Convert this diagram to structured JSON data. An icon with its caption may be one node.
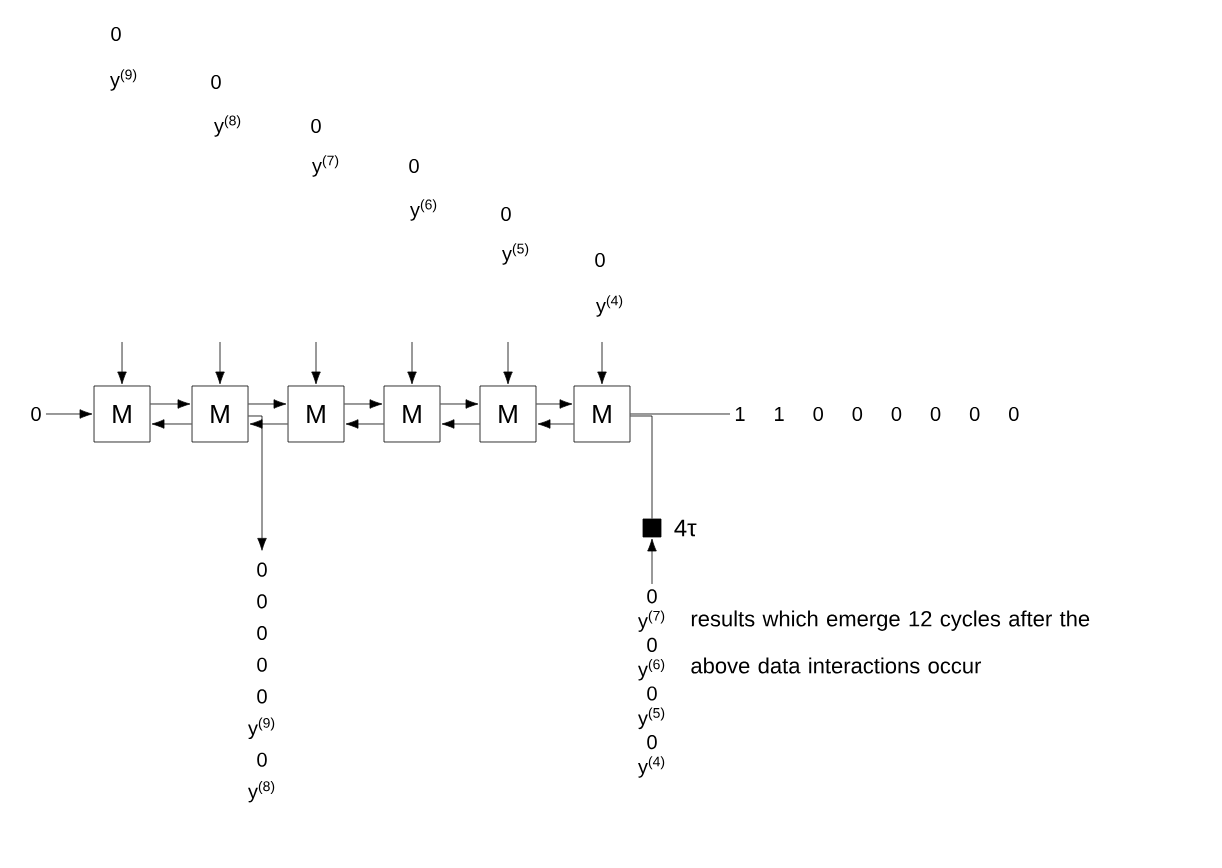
{
  "diagram": {
    "nodes": [
      {
        "text": [
          "0"
        ]
      },
      {
        "text": [
          "M"
        ]
      },
      {
        "text": [
          "M"
        ]
      },
      {
        "text": [
          "M"
        ]
      },
      {
        "text": [
          "M"
        ]
      },
      {
        "text": [
          "M"
        ]
      },
      {
        "text": [
          "M"
        ]
      },
      {
        "text": [
          "1 1 0 0 0 0 0 0"
        ]
      },
      {
        "text": [],
        "shape": "box",
        "beside": [
          "4τ"
        ]
      },
      {
        "text": [
          "0",
          "0",
          "0",
          "0",
          "0",
          "y$^{(9)}$",
          "0",
          "y$^{(8)}$"
        ]
      },
      {
        "text": [
          "0",
          "y$^{(7)}$",
          "0",
          "y$^{(6)}$",
          "0",
          "y$^{(5)}$",
          "0",
          "y$^{(4)}$"
        ]
      }
    ],
    "edges": [
      {
        "from": 0,
        "to": 1,
        "arrow": "to"
      },
      {
        "from": 1,
        "to": 2,
        "arrow": "to"
      },
      {
        "from": 2,
        "to": 1,
        "arrow": "to"
      },
      {
        "from": 2,
        "to": 3,
        "arrow": "to"
      },
      {
        "from": 3,
        "to": 2,
        "arrow": "to"
      },
      {
        "from": 3,
        "to": 4,
        "arrow": "to"
      },
      {
        "from": 4,
        "to": 3,
        "arrow": "to"
      },
      {
        "from": 4,
        "to": 5,
        "arrow": "to"
      },
      {
        "from": 5,
        "to": 4,
        "arrow": "to"
      },
      {
        "from": 5,
        "to": 6,
        "arrow": "to"
      },
      {
        "from": 6,
        "to": 5,
        "arrow": "to"
      },
      {
        "from": null,
        "to": 1,
        "arrow": "to"
      },
      {
        "from": null,
        "to": 2,
        "arrow": "to"
      },
      {
        "from": null,
        "to": 3,
        "arrow": "to"
      },
      {
        "from": null,
        "to": 4,
        "arrow": "to"
      },
      {
        "from": null,
        "to": 5,
        "arrow": "to"
      },
      {
        "from": null,
        "to": 6,
        "arrow": "to"
      },
      {
        "from": 2,
        "to": 9,
        "arrow": "to"
      },
      {
        "from": 6,
        "to": 7,
        "arrow": "none"
      },
      {
        "from": 6,
        "to": 8,
        "arrow": "none"
      },
      {
        "from": 10,
        "to": 8,
        "arrow": "to"
      }
    ],
    "labels": [
      "0",
      "y$^{(9)}$",
      "0",
      "y$^{(8)}$",
      "0",
      "y$^{(7)}$",
      "0",
      "y$^{(6)}$",
      "0",
      "y$^{(5)}$",
      "0",
      "y$^{(4)}$",
      "results which emerge 12 cycles after the above data interactions occur"
    ]
  }
}
